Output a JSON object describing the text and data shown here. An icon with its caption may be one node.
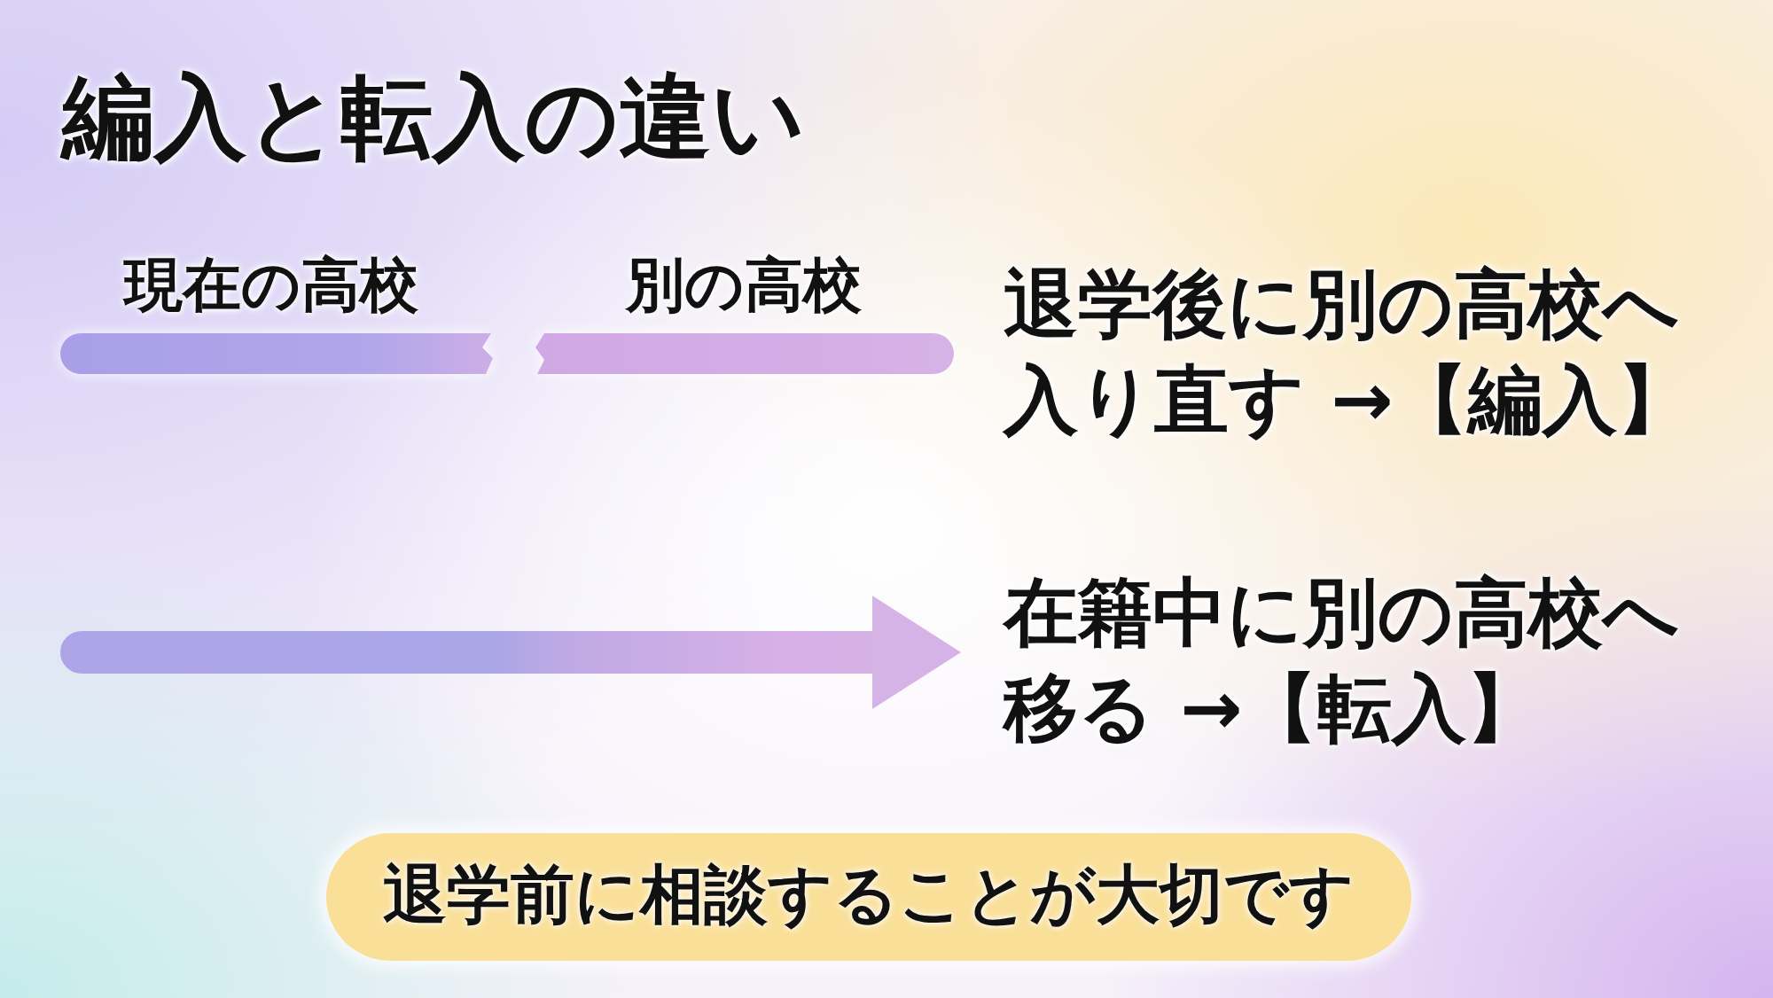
{
  "diagram": {
    "title": "編入と転入の違い",
    "nodes": [
      {
        "text": [
          "現在の高校"
        ]
      },
      {
        "text": [
          "別の高校"
        ]
      },
      {
        "text": [
          "在籍中に別の高校へ移る →【転入】"
        ]
      },
      {
        "text": [
          "退学前に相談することが大切です"
        ]
      }
    ],
    "edges": [
      {
        "from": null,
        "to": 2,
        "arrow": "to"
      }
    ],
    "labels": [
      "退学後に別の高校へ入り直す →【編入】"
    ]
  }
}
